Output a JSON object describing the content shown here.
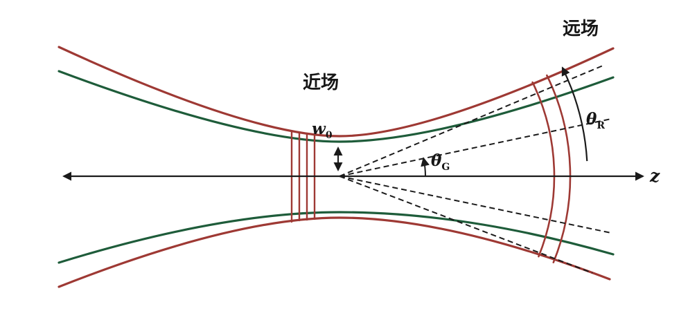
{
  "diagram": {
    "labels": {
      "near_field": "近场",
      "far_field": "远场",
      "beam_waist": {
        "base": "w",
        "sub": "0"
      },
      "gaussian_divergence_angle": {
        "base": "θ",
        "sub": "G"
      },
      "real_divergence_angle": {
        "base": "θ",
        "sub": "R"
      },
      "z_axis": "z"
    },
    "colors": {
      "beam_red": "#9e3934",
      "beam_green": "#1e5c3a",
      "line_black": "#1a1a1a"
    }
  }
}
